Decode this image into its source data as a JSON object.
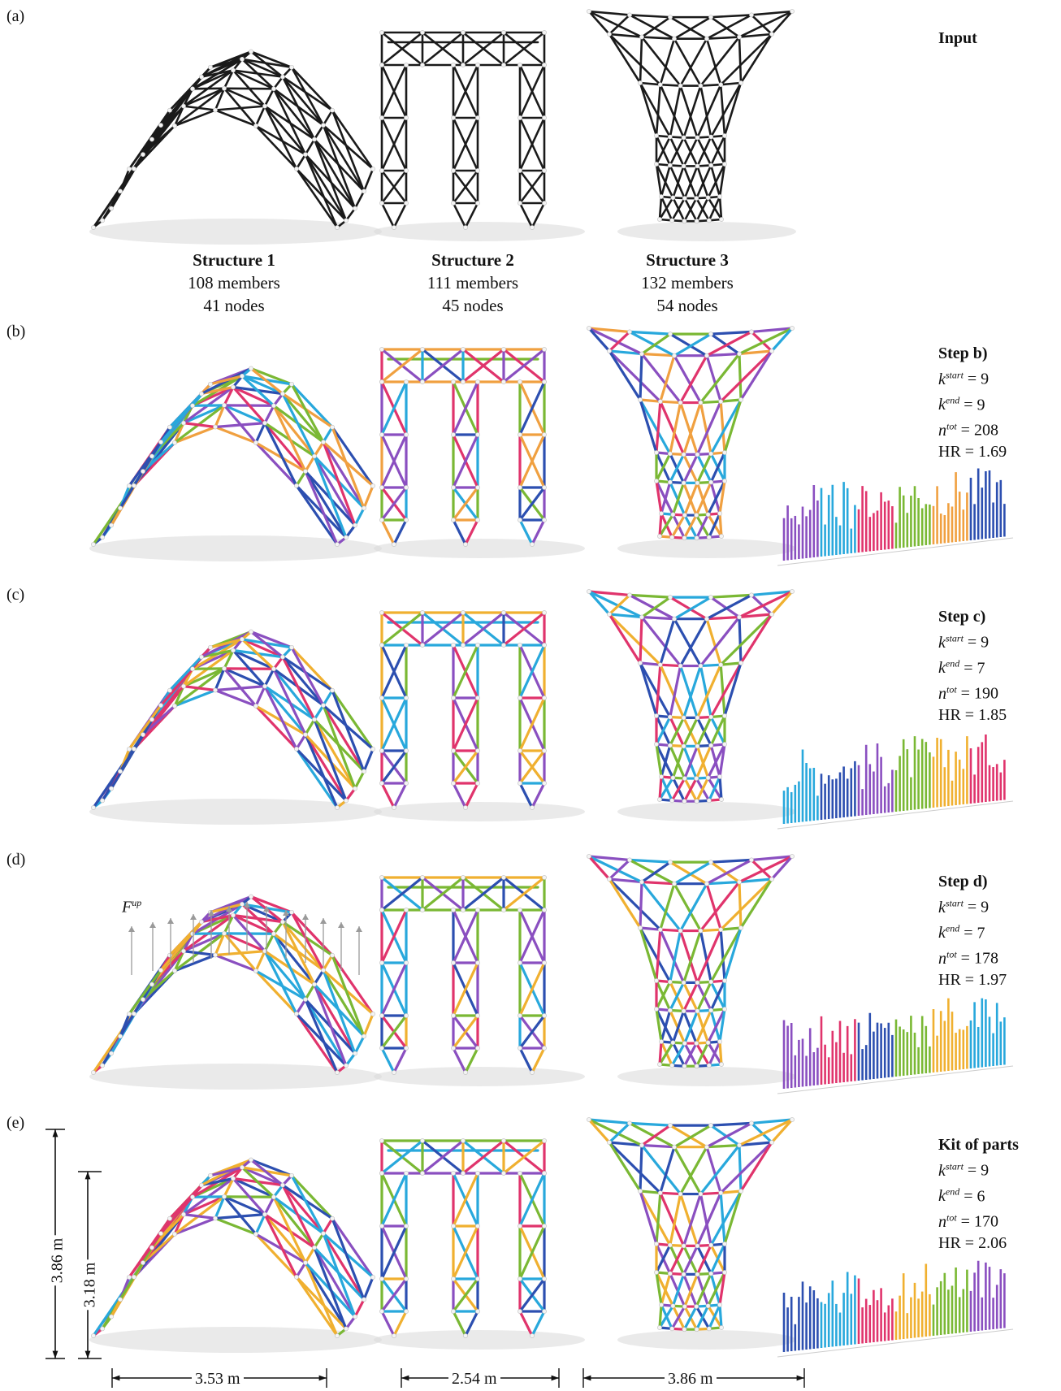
{
  "panels": [
    {
      "id": "a",
      "label": "(a)",
      "heading": "Input",
      "params": null
    },
    {
      "id": "b",
      "label": "(b)",
      "heading": "Step b)",
      "params": {
        "k_start": "= 9",
        "k_end": "= 9",
        "n_tot": "= 208",
        "hr": "HR = 1.69"
      }
    },
    {
      "id": "c",
      "label": "(c)",
      "heading": "Step c)",
      "params": {
        "k_start": "= 9",
        "k_end": "= 7",
        "n_tot": "= 190",
        "hr": "HR = 1.85"
      }
    },
    {
      "id": "d",
      "label": "(d)",
      "heading": "Step d)",
      "params": {
        "k_start": "= 9",
        "k_end": "= 7",
        "n_tot": "= 178",
        "hr": "HR = 1.97"
      }
    },
    {
      "id": "e",
      "label": "(e)",
      "heading": "Kit of parts",
      "params": {
        "k_start": "= 9",
        "k_end": "= 6",
        "n_tot": "= 170",
        "hr": "HR = 2.06"
      }
    }
  ],
  "symbols": {
    "k": "k",
    "k_start_sup": "start",
    "k_end_sup": "end",
    "n": "n",
    "n_tot_sup": "tot",
    "f": "F",
    "f_sup": "up"
  },
  "structures": [
    {
      "name": "Structure 1",
      "members": "108 members",
      "nodes": "41 nodes"
    },
    {
      "name": "Structure 2",
      "members": "111 members",
      "nodes": "45 nodes"
    },
    {
      "name": "Structure 3",
      "members": "132 members",
      "nodes": "54 nodes"
    }
  ],
  "dimensions": {
    "height_total": "3.86 m",
    "height_inner": "3.18 m",
    "width_1": "3.53 m",
    "width_2": "2.54 m",
    "width_3": "3.86 m"
  },
  "colors": {
    "black": "#1a1a1a",
    "purple": "#8a4fc0",
    "cyan": "#28a8dc",
    "blue": "#2c4fb0",
    "pink": "#e0346c",
    "green": "#7ab834",
    "orange": "#f0a040",
    "yellow": "#f0b030",
    "grey": "#9a9a9a"
  },
  "palettes": {
    "b": [
      "#8a4fc0",
      "#28a8dc",
      "#e0346c",
      "#7ab834",
      "#f0a040",
      "#2c4fb0"
    ],
    "c": [
      "#28a8dc",
      "#2c4fb0",
      "#8a4fc0",
      "#7ab834",
      "#f0b030",
      "#e0346c"
    ],
    "d": [
      "#8a4fc0",
      "#e0346c",
      "#2c4fb0",
      "#7ab834",
      "#f0b030",
      "#28a8dc"
    ],
    "e": [
      "#2c4fb0",
      "#28a8dc",
      "#e0346c",
      "#f0b030",
      "#7ab834",
      "#8a4fc0"
    ]
  }
}
